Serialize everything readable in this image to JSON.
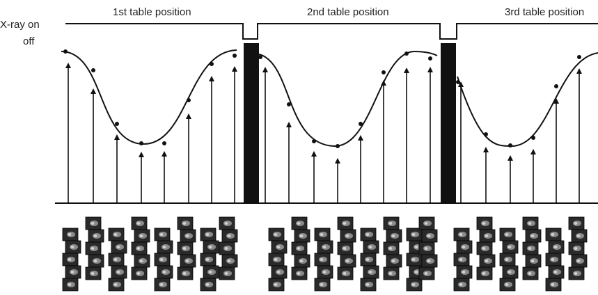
{
  "labels": {
    "xray_on": "X-ray on",
    "xray_off": "off",
    "positions": [
      "1st table position",
      "2nd table position",
      "3rd table position"
    ]
  },
  "colors": {
    "ink": "#111111",
    "slice_fill": "#2a2a2a",
    "slice_highlight": "#8a8a8a"
  },
  "icons": {
    "stacked_slices": "ct-slice-stack-icon"
  }
}
